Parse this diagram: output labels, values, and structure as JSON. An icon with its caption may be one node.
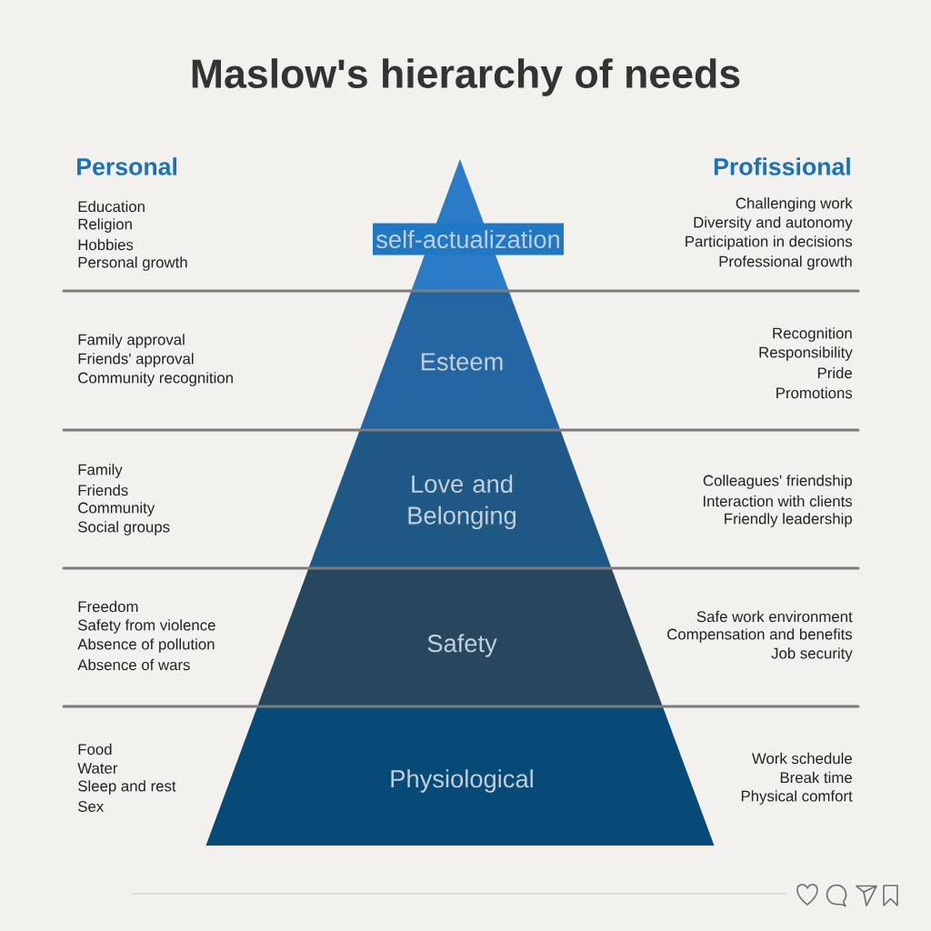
{
  "diagram": {
    "title": "Maslow's hierarchy of needs",
    "nodes": [
      {
        "text": [
          "self-actualization"
        ]
      },
      {
        "text": [
          "Esteem"
        ]
      },
      {
        "text": [
          "Love and Belonging"
        ]
      },
      {
        "text": [
          "Safety"
        ]
      },
      {
        "text": [
          "Physiological"
        ]
      }
    ],
    "labels": [
      "Personal",
      "Profissional",
      "Education",
      "Religion",
      "Hobbies",
      "Personal growth",
      "Challenging work",
      "Diversity and autonomy",
      "Participation in decisions",
      "Professional growth",
      "Family approval",
      "Friends' approval",
      "Community recognition",
      "Recognition",
      "Responsibility",
      "Pride",
      "Promotions",
      "Family",
      "Friends",
      "Community",
      "Social groups",
      "Colleagues' friendship",
      "Interaction with clients",
      "Friendly leadership",
      "Freedom",
      "Safety from violence",
      "Absence of pollution",
      "Absence of wars",
      "Safe work environment",
      "Compensation and benefits",
      "Job security",
      "Food",
      "Water",
      "Sleep and rest",
      "Sex",
      "Work schedule",
      "Break time",
      "Physical comfort"
    ]
  }
}
